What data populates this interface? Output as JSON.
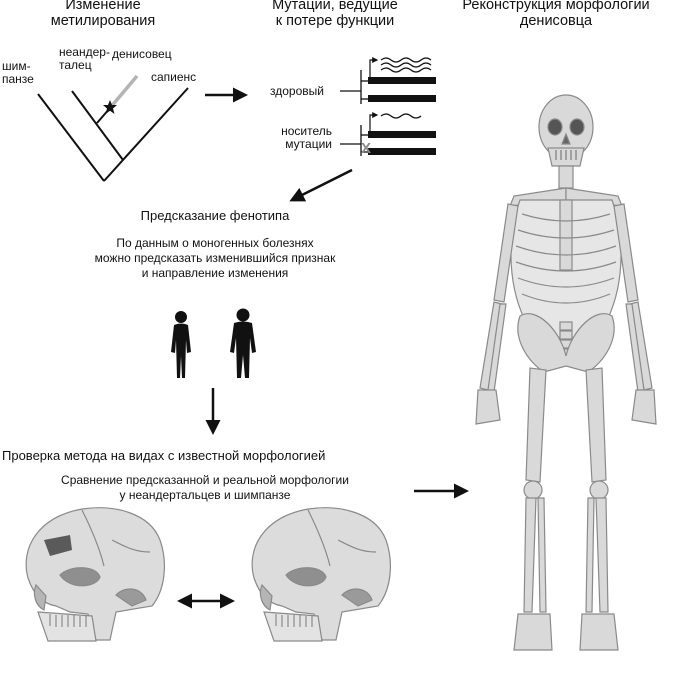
{
  "methylation": {
    "title": "Изменение\nметилирования",
    "labels": {
      "chimp": "шим-\nпанзе",
      "neanderthal": "неандер-\nталец",
      "denisovan": "денисовец",
      "sapiens": "сапиенс"
    }
  },
  "mutations": {
    "title": "Мутации, ведущие\nк потере функции",
    "healthy": "здоровый",
    "carrier": "носитель\nмутации",
    "mutation_mark": "X"
  },
  "reconstruction": {
    "title": "Реконструкция морфологии\nденисовца"
  },
  "prediction": {
    "title": "Предсказание фенотипа",
    "text": "По данным о моногенных болезнях\nможно предсказать изменившийся признак\nи направление изменения"
  },
  "verification": {
    "title": "Проверка метода на видах с известной морфологией",
    "text": "Сравнение предсказанной и реальной морфологии\nу неандертальцев и шимпанзе"
  },
  "colors": {
    "ink": "#111111",
    "bone": "#d9d9d9",
    "bone_edge": "#8a8a8a",
    "skull_shadow": "#9a9a9a",
    "highlight": "#5a5a5a",
    "denisovan_branch": "#b3b3b3"
  }
}
